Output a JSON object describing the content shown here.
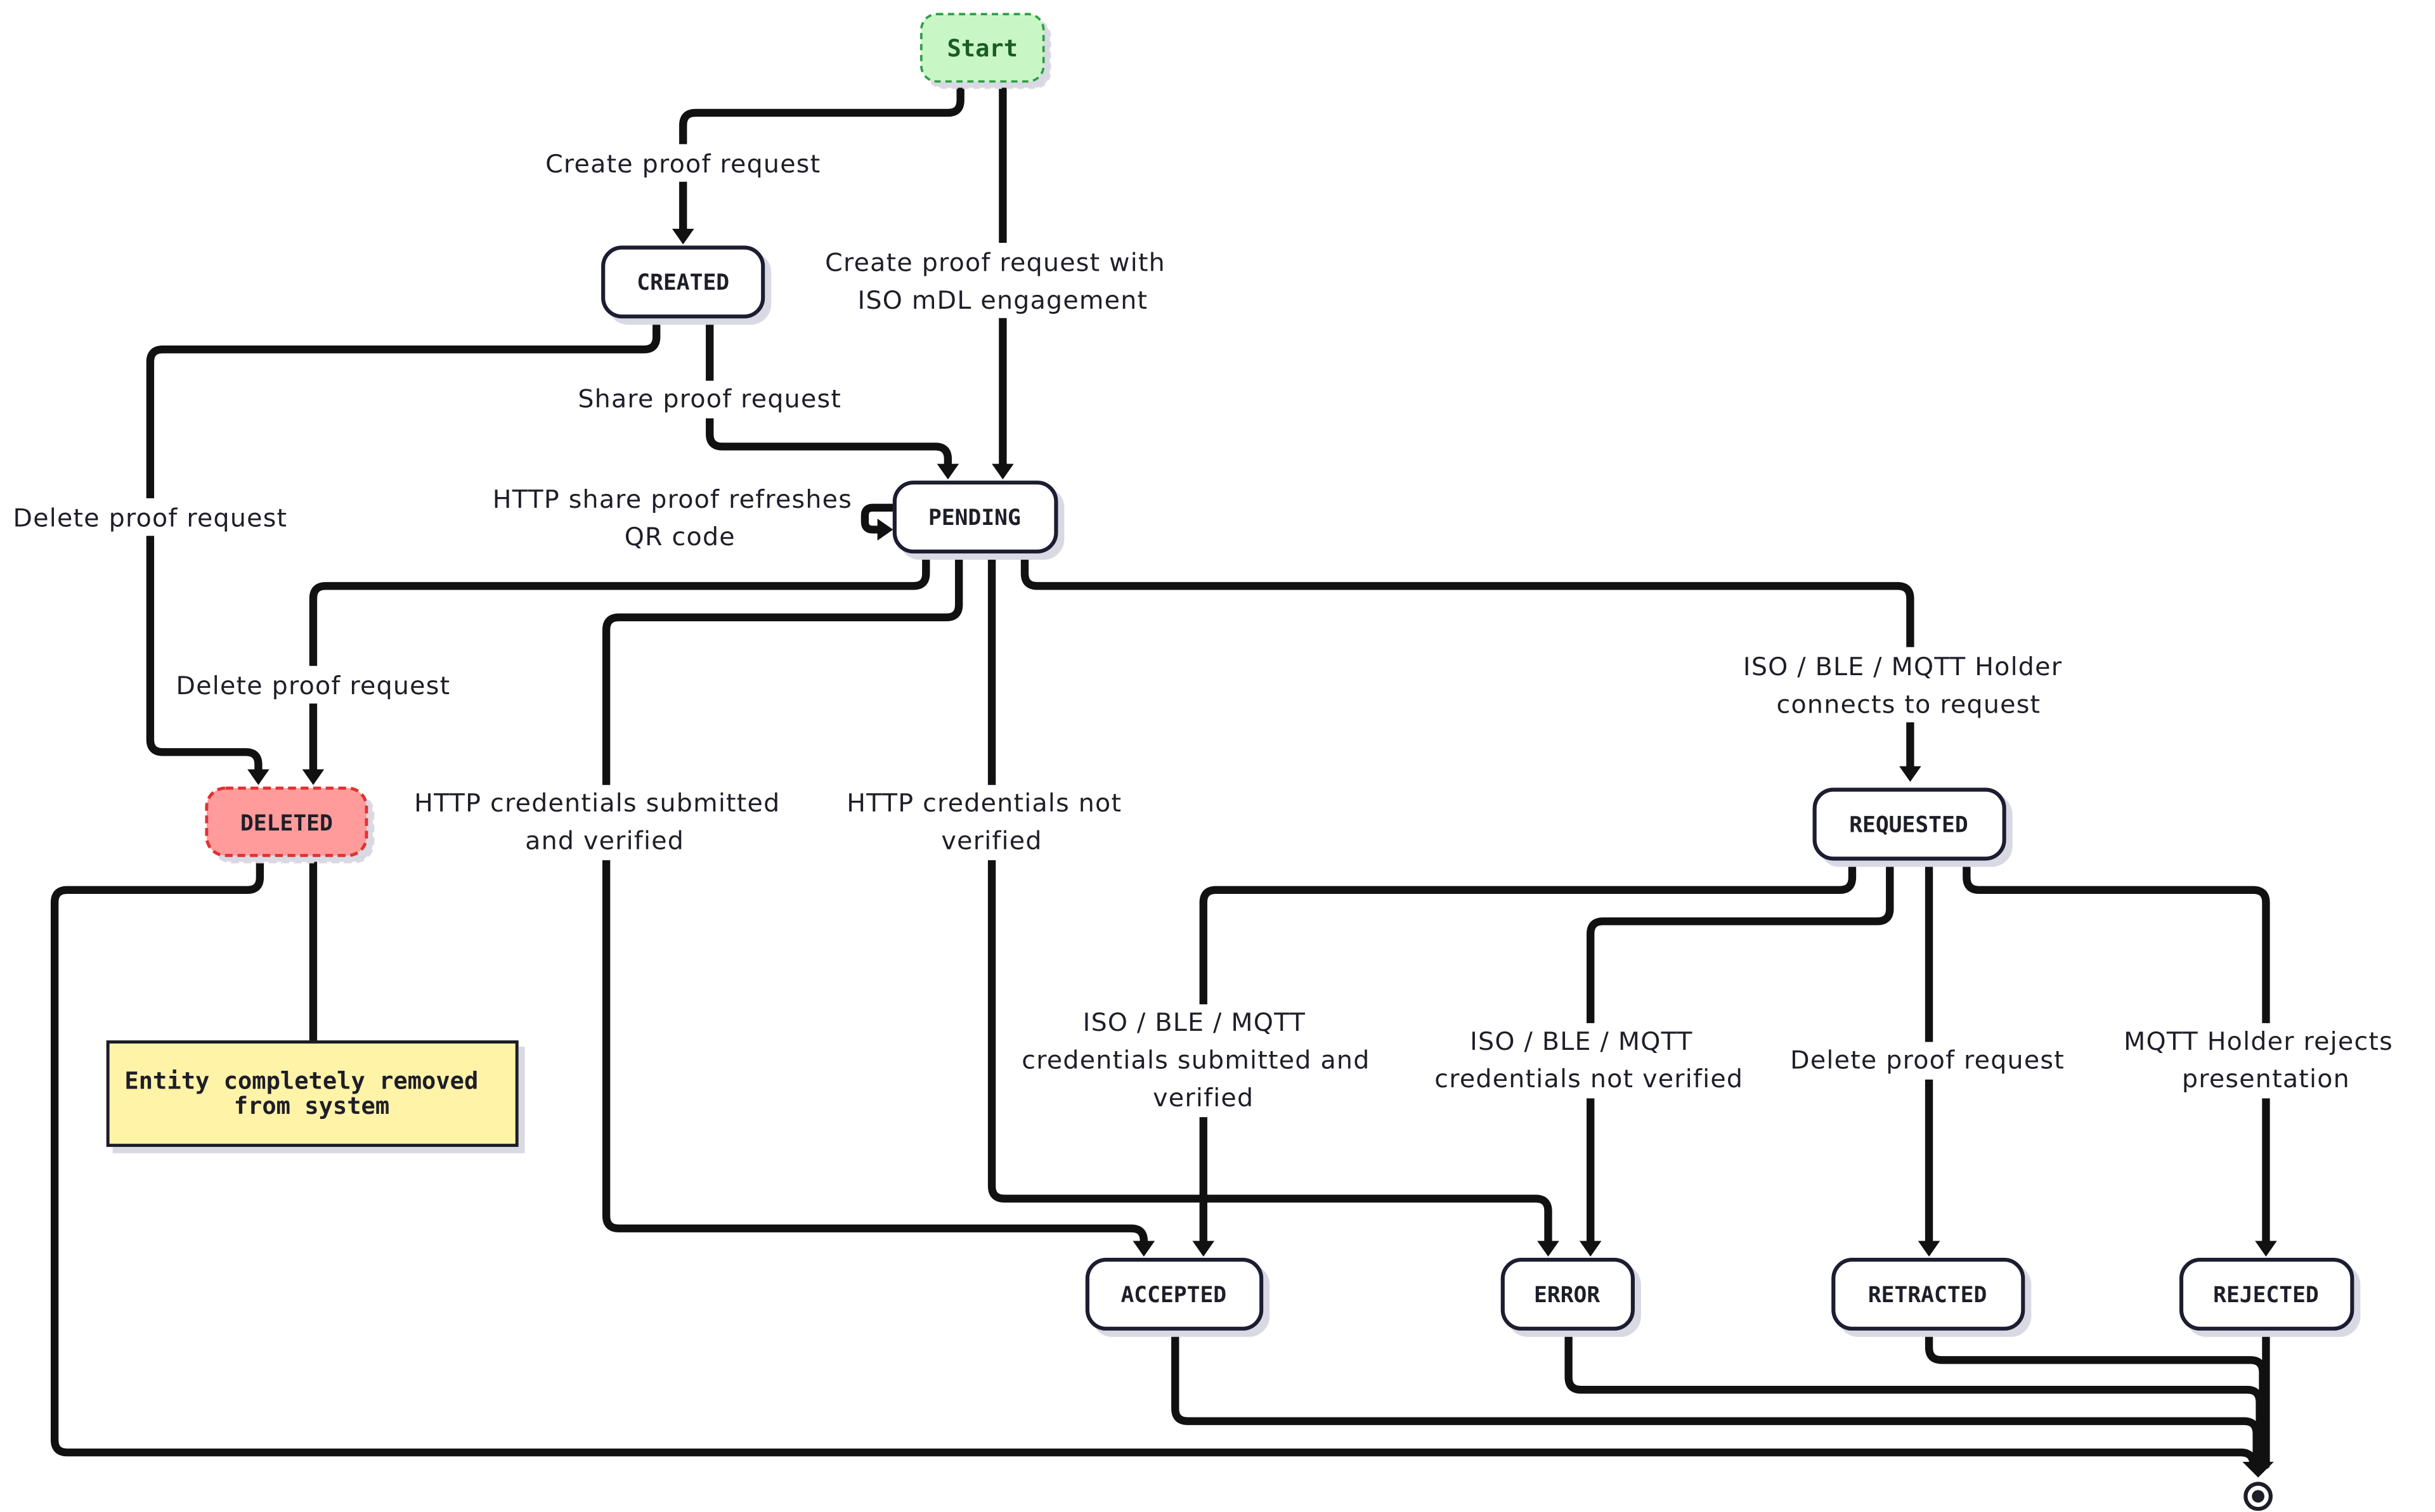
{
  "nodes": {
    "start": "Start",
    "created": "CREATED",
    "pending": "PENDING",
    "deleted": "DELETED",
    "requested": "REQUESTED",
    "accepted": "ACCEPTED",
    "error": "ERROR",
    "retracted": "RETRACTED",
    "rejected": "REJECTED"
  },
  "note": {
    "line1": "Entity completely removed",
    "line2": "from system"
  },
  "edges": {
    "start_created": "Create proof request",
    "start_pending": [
      "Create proof request with",
      "ISO mDL engagement"
    ],
    "created_pending": "Share proof request",
    "created_deleted": "Delete proof request",
    "pending_self": [
      "HTTP share proof refreshes",
      "QR code"
    ],
    "pending_deleted": "Delete proof request",
    "pending_requested": [
      "ISO / BLE / MQTT Holder",
      "connects to request"
    ],
    "pending_accepted": [
      "HTTP credentials submitted",
      "and verified"
    ],
    "pending_error": [
      "HTTP credentials not",
      "verified"
    ],
    "requested_accepted": [
      "ISO / BLE / MQTT",
      "credentials submitted and",
      "verified"
    ],
    "requested_error": [
      "ISO / BLE / MQTT",
      "credentials not verified"
    ],
    "requested_retracted": "Delete proof request",
    "requested_rejected": [
      "MQTT Holder rejects",
      "presentation"
    ]
  },
  "colors": {
    "start_fill": "#c8f7c5",
    "start_stroke": "#2f9e44",
    "deleted_fill": "#ff9b9b",
    "deleted_stroke": "#e03131",
    "note_fill": "#fff3a8",
    "node_stroke": "#1e1e32"
  }
}
